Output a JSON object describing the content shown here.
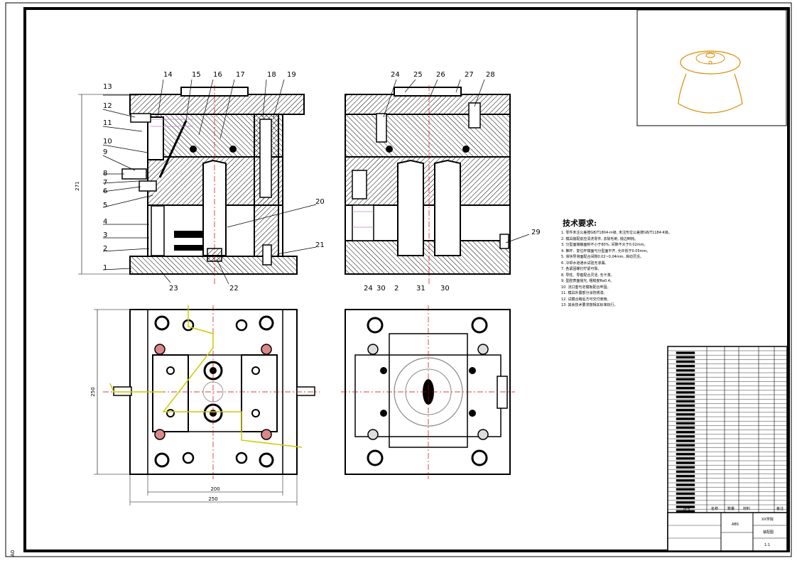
{
  "sheet": {
    "size_label": "A0",
    "tech_req_title": "技术要求:",
    "tech_req_lines": [
      "1. 零件未注公差按GB/T1804-m级, 未注形位公差按GB/T1184-K级。",
      "2. 模具装配前应清洗零件, 去除毛刺, 锐边倒钝。",
      "3. 分型面接触面积不小于80%, 间隙不大于0.02mm。",
      "4. 推杆、复位杆端面与分型面平齐, 允许低于0.05mm。",
      "5. 滑块导滑面配合间隙0.02~0.04mm, 滑动灵活。",
      "6. 冷却水道通水试验无渗漏。",
      "7. 各紧固螺钉拧紧可靠。",
      "8. 导柱、导套配合灵活, 无卡滞。",
      "9. 型腔表面抛光, 粗糙度Ra0.4。",
      "10. 浇口套与定模板配合牢固。",
      "11. 模具外露部分涂防锈漆。",
      "12. 试模合格后方可交付使用。",
      "13. 其余技术要求按相关标准执行。"
    ],
    "part_numbers_front": [
      "1",
      "2",
      "3",
      "4",
      "5",
      "6",
      "7",
      "8",
      "9",
      "10",
      "11",
      "12",
      "13",
      "14",
      "15",
      "16",
      "17",
      "18",
      "19",
      "20",
      "21",
      "22",
      "23"
    ],
    "part_numbers_side": [
      "24",
      "25",
      "26",
      "27",
      "28",
      "29",
      "24",
      "30",
      "2",
      "31",
      "30"
    ],
    "dimensions": {
      "height": "271",
      "width_inner": "200",
      "width_outer": "250",
      "depth": "250"
    },
    "title_block": {
      "drawing_name": "装配图",
      "material": "ABS",
      "col_headers": [
        "序号",
        "名称",
        "数量",
        "材料",
        "备注"
      ],
      "school": "XX学院",
      "scale": "1:1"
    }
  }
}
